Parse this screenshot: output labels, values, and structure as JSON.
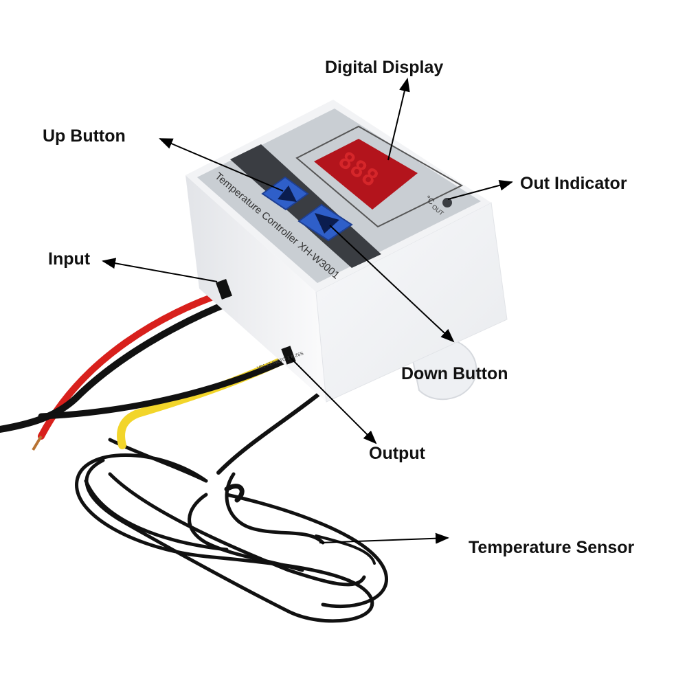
{
  "labels": {
    "digital_display": "Digital Display",
    "up_button": "Up Button",
    "out_indicator": "Out Indicator",
    "input": "Input",
    "down_button": "Down Button",
    "output": "Output",
    "temperature_sensor": "Temperature Sensor"
  },
  "device": {
    "panel_text": "Temperature Controller  XH-W3001",
    "unit_mark": "°C",
    "out_mark": "OUT",
    "display_digits": "888",
    "cable_print": "V91  ELINETO  1  A  Z6S"
  },
  "colors": {
    "housing": "#f4f5f7",
    "panel": "#c9ced3",
    "button": "#2f5fc9",
    "display_bg": "#b3141c",
    "wire_red": "#d8201c",
    "wire_yellow": "#f2d52a",
    "wire_black": "#111111"
  }
}
